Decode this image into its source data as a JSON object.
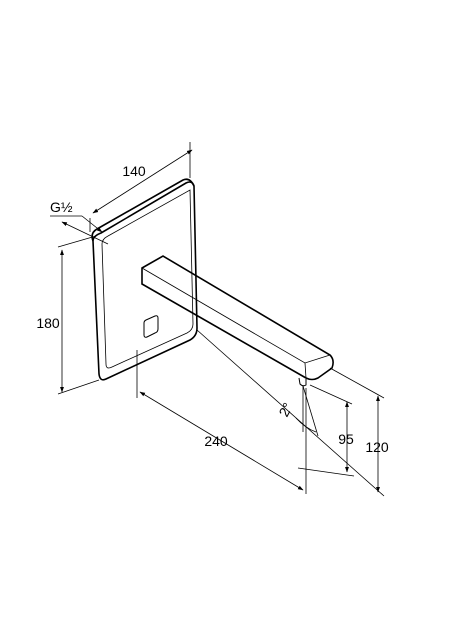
{
  "drawing": {
    "dimensions": {
      "width": "140",
      "thread": "G½",
      "height": "180",
      "length": "240",
      "angle": "2°",
      "spout_height": "95",
      "total_height": "120"
    }
  }
}
